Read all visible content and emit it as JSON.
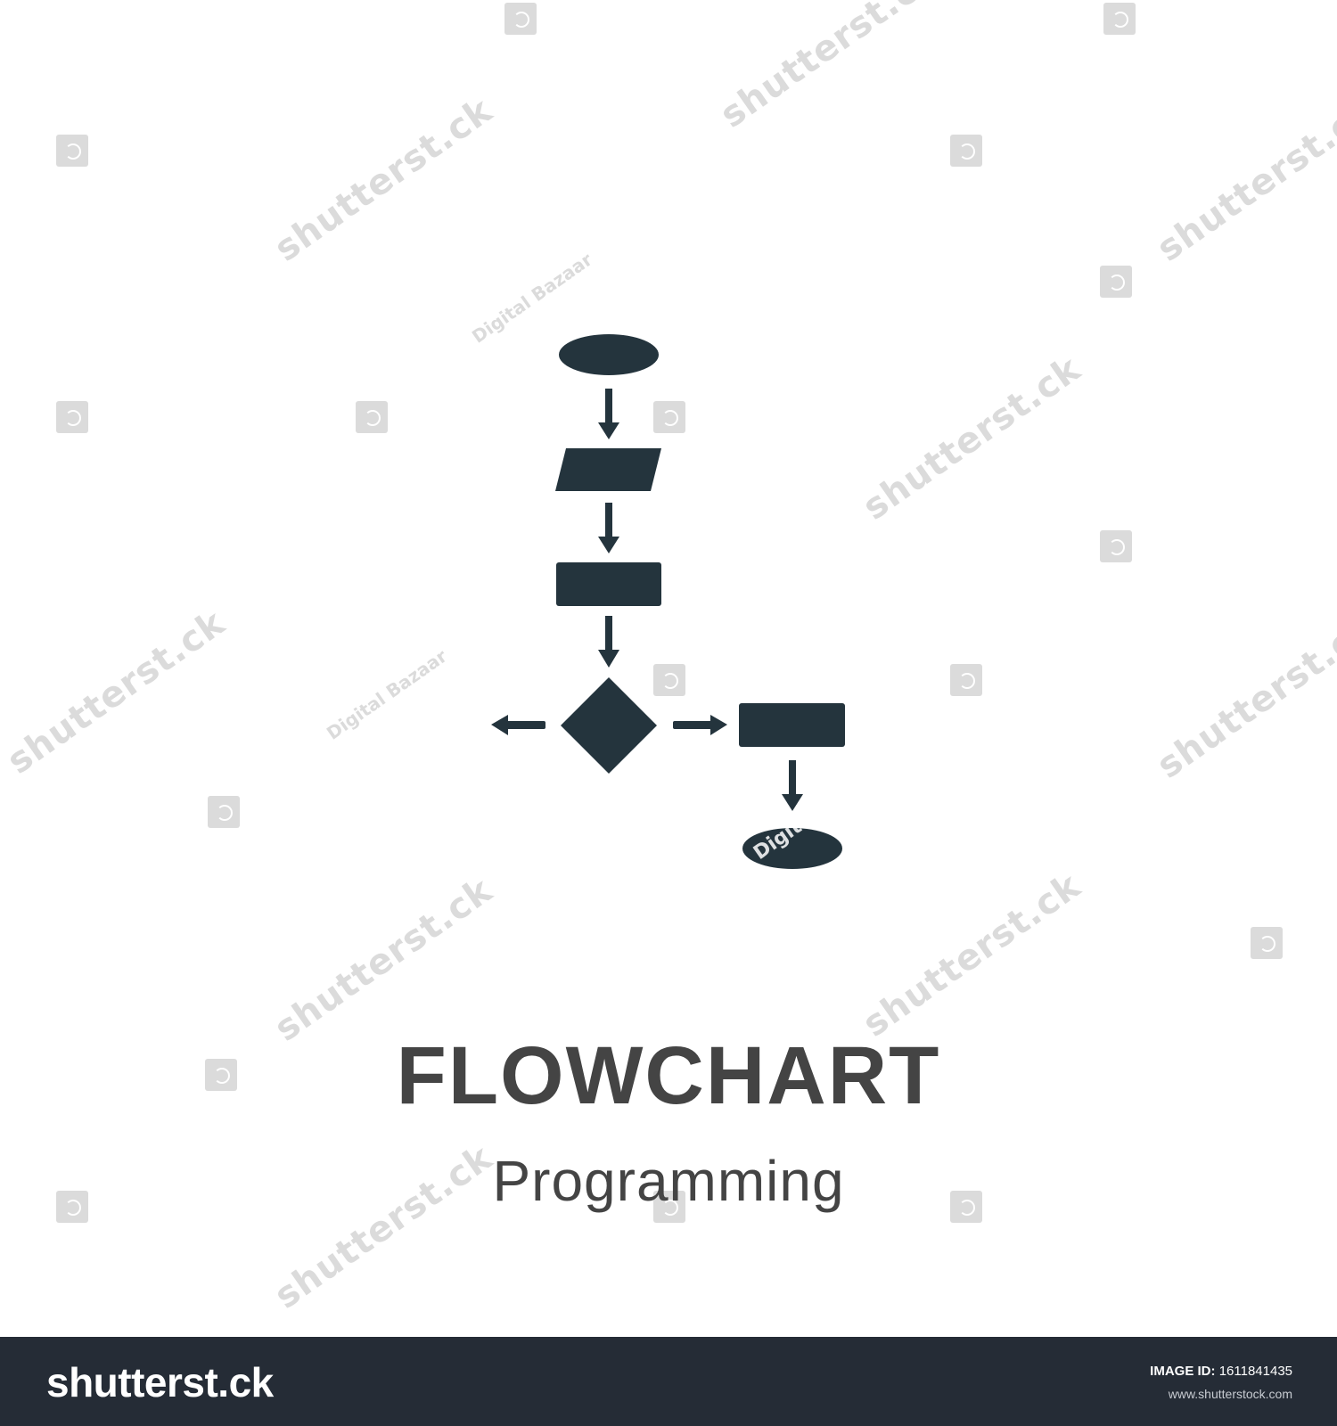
{
  "icon": {
    "name": "flowchart-icon",
    "color": "#24343d",
    "overlay_watermark_text": "Digital"
  },
  "title": "FLOWCHART",
  "subtitle": "Programming",
  "watermark": {
    "brand_text": "shutterst.ck",
    "author_text": "Digital Bazaar",
    "color": "#afafaf"
  },
  "footer": {
    "background": "#252c36",
    "brand": "shutterst.ck",
    "image_id_label": "IMAGE ID:",
    "image_id_value": "1611841435",
    "site": "www.shutterstock.com"
  }
}
